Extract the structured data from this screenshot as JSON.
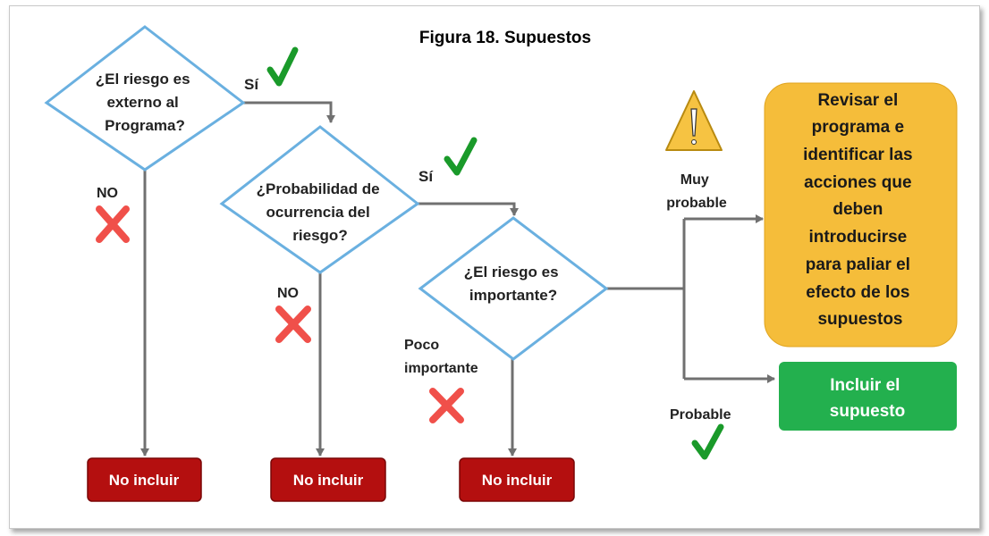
{
  "title": "Figura 18. Supuestos",
  "decisions": {
    "d1": [
      "¿El riesgo es",
      "externo al",
      "Programa?"
    ],
    "d2": [
      "¿Probabilidad de",
      "ocurrencia del",
      "riesgo?"
    ],
    "d3": [
      "¿El riesgo es",
      "importante?"
    ]
  },
  "branch_labels": {
    "yes1": "Sí",
    "yes2": "Sí",
    "no1": "NO",
    "no2": "NO",
    "poco": [
      "Poco",
      "importante"
    ],
    "muy": [
      "Muy",
      "probable"
    ],
    "probable": "Probable"
  },
  "outcomes": {
    "revisar": [
      "Revisar el",
      "programa e",
      "identificar las",
      "acciones que",
      "deben",
      "introducirse",
      "para paliar el",
      "efecto de los",
      "supuestos"
    ],
    "incluir": [
      "Incluir el",
      "supuesto"
    ],
    "no_incluir": "No incluir"
  },
  "colors": {
    "diamond_border": "#6ab0e0",
    "line": "#707070",
    "check": "#1a9a2a",
    "cross": "#f0504a",
    "no_incluir_fill": "#b40f0f",
    "revisar_fill": "#f5bd3a",
    "incluir_fill": "#23b04e",
    "warning_fill": "#f6c342"
  },
  "icons": [
    "check-icon",
    "cross-icon",
    "warning-icon",
    "arrow-icon"
  ]
}
